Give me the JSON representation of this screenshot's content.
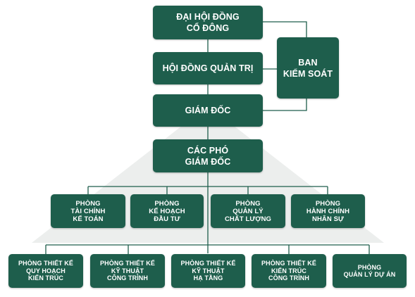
{
  "nodes": {
    "dhdcd": [
      "ĐẠI HỘI ĐỒNG",
      "CỔ ĐÔNG"
    ],
    "hdqt": [
      "HỘI ĐỒNG QUẢN TRỊ"
    ],
    "bks": [
      "BAN",
      "KIỂM SOÁT"
    ],
    "gd": [
      "GIÁM ĐỐC"
    ],
    "pgd": [
      "CÁC PHÓ",
      "GIÁM ĐỐC"
    ],
    "p_tckt": [
      "PHÒNG",
      "TÀI CHÍNH",
      "KẾ TOÁN"
    ],
    "p_khdt": [
      "PHÒNG",
      "KẾ HOẠCH",
      "ĐẦU TƯ"
    ],
    "p_qlcl": [
      "PHÒNG",
      "QUẢN LÝ",
      "CHẤT LƯỢNG"
    ],
    "p_hcns": [
      "PHÒNG",
      "HÀNH CHÍNH",
      "NHÂN SỰ"
    ],
    "p_tkqhkt": [
      "PHÒNG THIẾT KẾ",
      "QUY HOẠCH",
      "KIẾN TRÚC"
    ],
    "p_tkktct": [
      "PHÒNG THIẾT KẾ",
      "KỸ THUẬT",
      "CÔNG TRÌNH"
    ],
    "p_tkktht": [
      "PHÒNG THIẾT KẾ",
      "KỸ THUẬT",
      "HẠ TẦNG"
    ],
    "p_tkktrct": [
      "PHÒNG THIẾT KẾ",
      "KIẾN TRÚC",
      "CÔNG TRÌNH"
    ],
    "p_qlda": [
      "PHÒNG",
      "QUẢN LÝ DỰ ÁN"
    ]
  },
  "colors": {
    "box": "#1e5e4c",
    "text": "#ffffff",
    "line": "#1e5e4c",
    "background_triangle": "#eceeed"
  }
}
